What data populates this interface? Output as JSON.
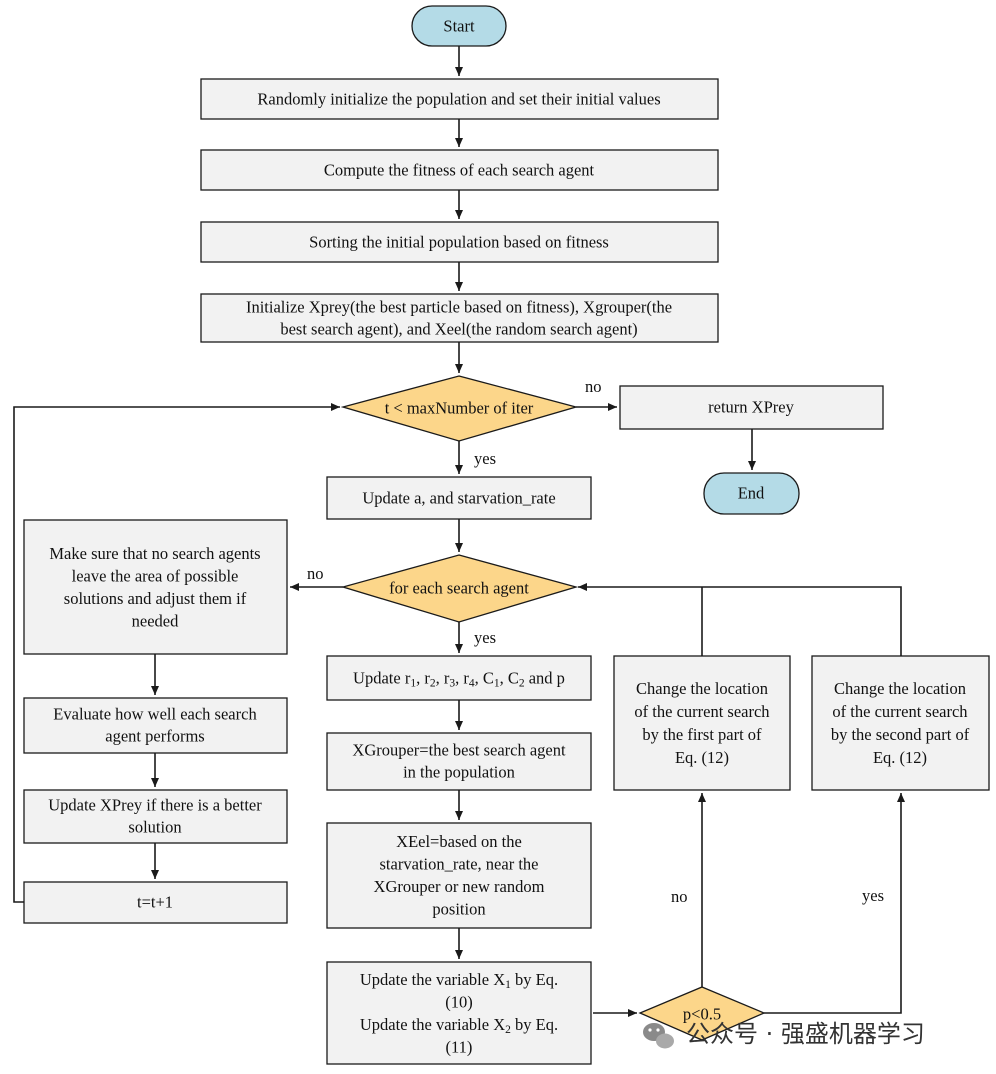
{
  "colors": {
    "terminal": "#b4dbe7",
    "process": "#f2f2f2",
    "decision": "#fcd68a",
    "line": "#1a1a1a"
  },
  "nodes": {
    "start": {
      "lines": [
        "Start"
      ]
    },
    "init": {
      "lines": [
        "Randomly initialize the population and set their initial values"
      ]
    },
    "fitness": {
      "lines": [
        "Compute the fitness of each search agent"
      ]
    },
    "sort": {
      "lines": [
        "Sorting the initial population based on fitness"
      ]
    },
    "initx": {
      "lines": [
        "Initialize Xprey(the best particle based on fitness), Xgrouper(the",
        "best search agent), and Xeel(the random search agent)"
      ]
    },
    "cond": {
      "lines": [
        "t < maxNumber of iter"
      ]
    },
    "ret": {
      "lines": [
        "return XPrey"
      ]
    },
    "end": {
      "lines": [
        "End"
      ]
    },
    "upda": {
      "lines": [
        "Update a, and starvation_rate"
      ]
    },
    "each": {
      "lines": [
        "for each search agent"
      ]
    },
    "bound": {
      "lines": [
        "Make sure that no search agents",
        "leave the area of possible",
        "solutions and adjust them if",
        "needed"
      ]
    },
    "eval": {
      "lines": [
        "Evaluate how well each search",
        "agent performs"
      ]
    },
    "updprey": {
      "lines": [
        "Update XPrey if there is a better",
        "solution"
      ]
    },
    "tinc": {
      "lines": [
        "t=t+1"
      ]
    },
    "updr": {
      "lines": [
        "Update r1, r2, r3, r4, C1, C2 and p"
      ]
    },
    "xgroup": {
      "lines": [
        "XGrouper=the best search agent",
        "in the population"
      ]
    },
    "xeel": {
      "lines": [
        "XEel=based on the",
        "starvation_rate, near the",
        "XGrouper or new random",
        "position"
      ]
    },
    "updx": {
      "lines": [
        "Update the variable X1 by Eq.",
        "(10)",
        "Update the variable X2 by Eq.",
        "(11)"
      ]
    },
    "p": {
      "lines": [
        "p<0.5"
      ]
    },
    "change1": {
      "lines": [
        "Change the location",
        "of the current search",
        "by the first part of",
        "Eq. (12)"
      ]
    },
    "change2": {
      "lines": [
        "Change the location",
        "of the current search",
        "by the second part of",
        "Eq. (12)"
      ]
    }
  },
  "edge_labels": {
    "cond_no": "no",
    "cond_yes": "yes",
    "each_no": "no",
    "each_yes": "yes",
    "p_no": "no",
    "p_yes": "yes"
  },
  "watermark": "公众号 · 强盛机器学习"
}
